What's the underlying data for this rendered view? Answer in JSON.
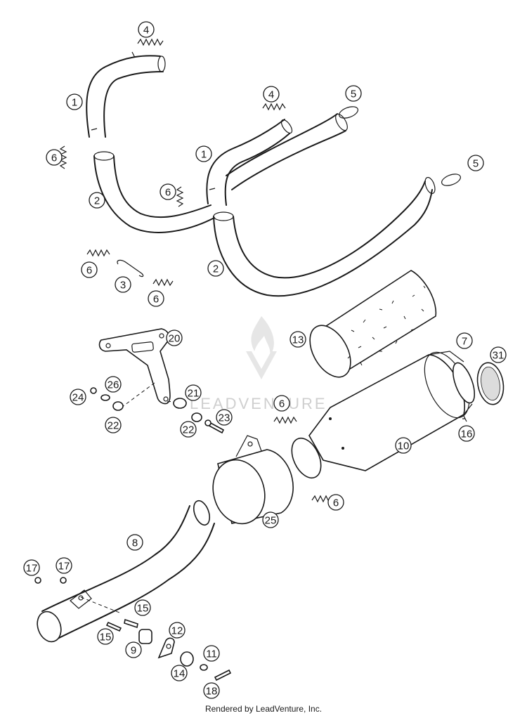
{
  "diagram": {
    "callouts": [
      {
        "id": "c4a",
        "label": "4"
      },
      {
        "id": "c1a",
        "label": "1"
      },
      {
        "id": "c6a",
        "label": "6"
      },
      {
        "id": "c2a",
        "label": "2"
      },
      {
        "id": "c4b",
        "label": "4"
      },
      {
        "id": "c5a",
        "label": "5"
      },
      {
        "id": "c1b",
        "label": "1"
      },
      {
        "id": "c5b",
        "label": "5"
      },
      {
        "id": "c6b",
        "label": "6"
      },
      {
        "id": "c2b",
        "label": "2"
      },
      {
        "id": "c6c",
        "label": "6"
      },
      {
        "id": "c3",
        "label": "3"
      },
      {
        "id": "c6d",
        "label": "6"
      },
      {
        "id": "c20",
        "label": "20"
      },
      {
        "id": "c13",
        "label": "13"
      },
      {
        "id": "c7",
        "label": "7"
      },
      {
        "id": "c31",
        "label": "31"
      },
      {
        "id": "c26",
        "label": "26"
      },
      {
        "id": "c24",
        "label": "24"
      },
      {
        "id": "c21",
        "label": "21"
      },
      {
        "id": "c6e",
        "label": "6"
      },
      {
        "id": "c22a",
        "label": "22"
      },
      {
        "id": "c23",
        "label": "23"
      },
      {
        "id": "c22b",
        "label": "22"
      },
      {
        "id": "c16",
        "label": "16"
      },
      {
        "id": "c10",
        "label": "10"
      },
      {
        "id": "c6f",
        "label": "6"
      },
      {
        "id": "c25",
        "label": "25"
      },
      {
        "id": "c8",
        "label": "8"
      },
      {
        "id": "c17a",
        "label": "17"
      },
      {
        "id": "c17b",
        "label": "17"
      },
      {
        "id": "c15a",
        "label": "15"
      },
      {
        "id": "c15b",
        "label": "15"
      },
      {
        "id": "c12",
        "label": "12"
      },
      {
        "id": "c9",
        "label": "9"
      },
      {
        "id": "c11",
        "label": "11"
      },
      {
        "id": "c14",
        "label": "14"
      },
      {
        "id": "c18",
        "label": "18"
      }
    ],
    "watermark": "LEADVENTURE"
  },
  "footer": {
    "text": "Rendered by LeadVenture, Inc."
  }
}
